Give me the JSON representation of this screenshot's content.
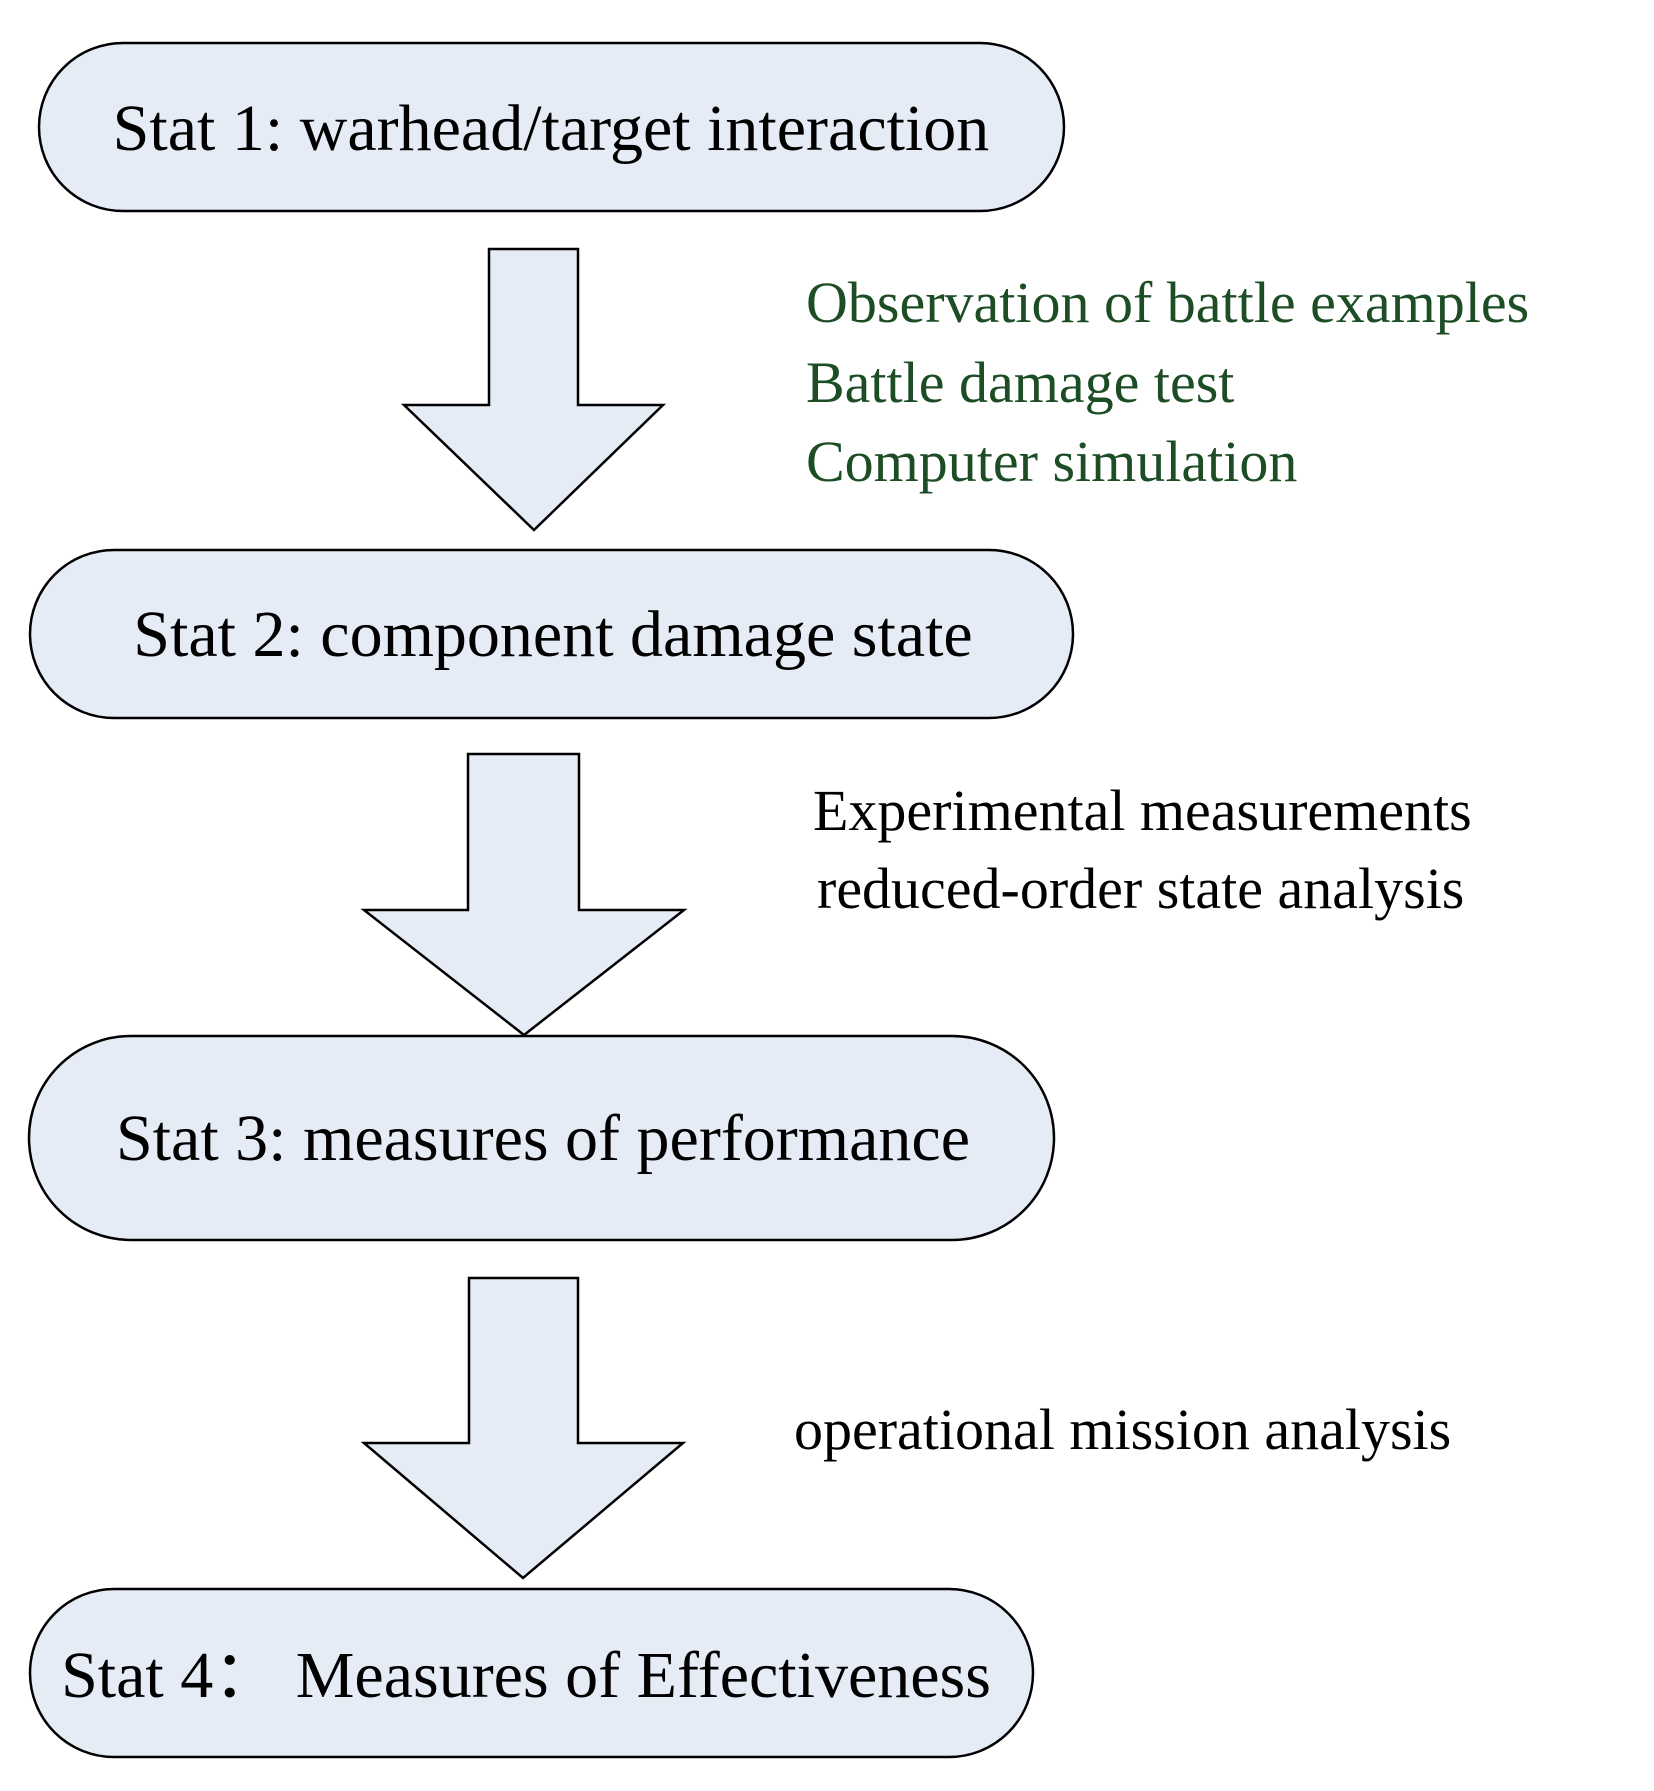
{
  "colors": {
    "box_fill": "#e6ecf6",
    "box_stroke": "#000000",
    "arrow_fill": "#e6ecf6",
    "arrow_stroke": "#000000",
    "green_text": "#1d4d25",
    "black_text": "#000000"
  },
  "stages": [
    "Stat 1: warhead/target interaction",
    "Stat 2: component damage state",
    "Stat 3: measures of performance",
    "Stat 4： Measures of Effectiveness"
  ],
  "transitions": [
    {
      "methods": [
        "Observation of battle examples",
        "Battle damage test",
        "Computer simulation"
      ],
      "color": "green"
    },
    {
      "methods": [
        "Experimental measurements",
        "reduced-order state analysis"
      ],
      "color": "black"
    },
    {
      "methods": [
        "operational mission analysis"
      ],
      "color": "black"
    }
  ]
}
